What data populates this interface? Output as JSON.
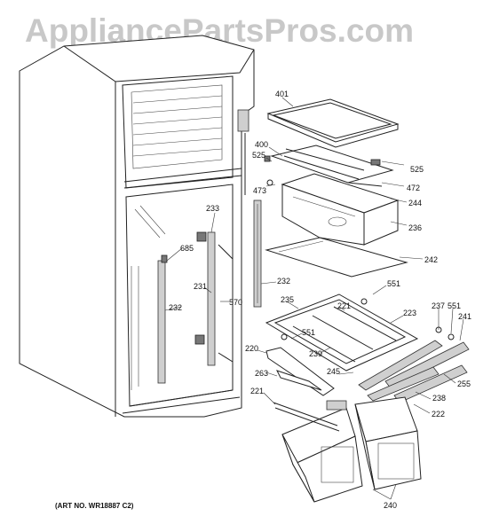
{
  "watermark": "AppliancePartsPros.com",
  "art_number": "(ART NO. WR18887 C2)",
  "callouts": [
    {
      "id": "401",
      "label": "401"
    },
    {
      "id": "400",
      "label": "400"
    },
    {
      "id": "525a",
      "label": "525"
    },
    {
      "id": "525b",
      "label": "525"
    },
    {
      "id": "472",
      "label": "472"
    },
    {
      "id": "473",
      "label": "473"
    },
    {
      "id": "244",
      "label": "244"
    },
    {
      "id": "236",
      "label": "236"
    },
    {
      "id": "242",
      "label": "242"
    },
    {
      "id": "233",
      "label": "233"
    },
    {
      "id": "685",
      "label": "685"
    },
    {
      "id": "231",
      "label": "231"
    },
    {
      "id": "570",
      "label": "570"
    },
    {
      "id": "232a",
      "label": "232"
    },
    {
      "id": "232b",
      "label": "232"
    },
    {
      "id": "551a",
      "label": "551"
    },
    {
      "id": "235",
      "label": "235"
    },
    {
      "id": "221a",
      "label": "221"
    },
    {
      "id": "223",
      "label": "223"
    },
    {
      "id": "237",
      "label": "237"
    },
    {
      "id": "551b",
      "label": "551"
    },
    {
      "id": "241",
      "label": "241"
    },
    {
      "id": "551c",
      "label": "551"
    },
    {
      "id": "220",
      "label": "220"
    },
    {
      "id": "239",
      "label": "239"
    },
    {
      "id": "245",
      "label": "245"
    },
    {
      "id": "263",
      "label": "263"
    },
    {
      "id": "255",
      "label": "255"
    },
    {
      "id": "238",
      "label": "238"
    },
    {
      "id": "221b",
      "label": "221"
    },
    {
      "id": "222",
      "label": "222"
    },
    {
      "id": "240",
      "label": "240"
    }
  ]
}
